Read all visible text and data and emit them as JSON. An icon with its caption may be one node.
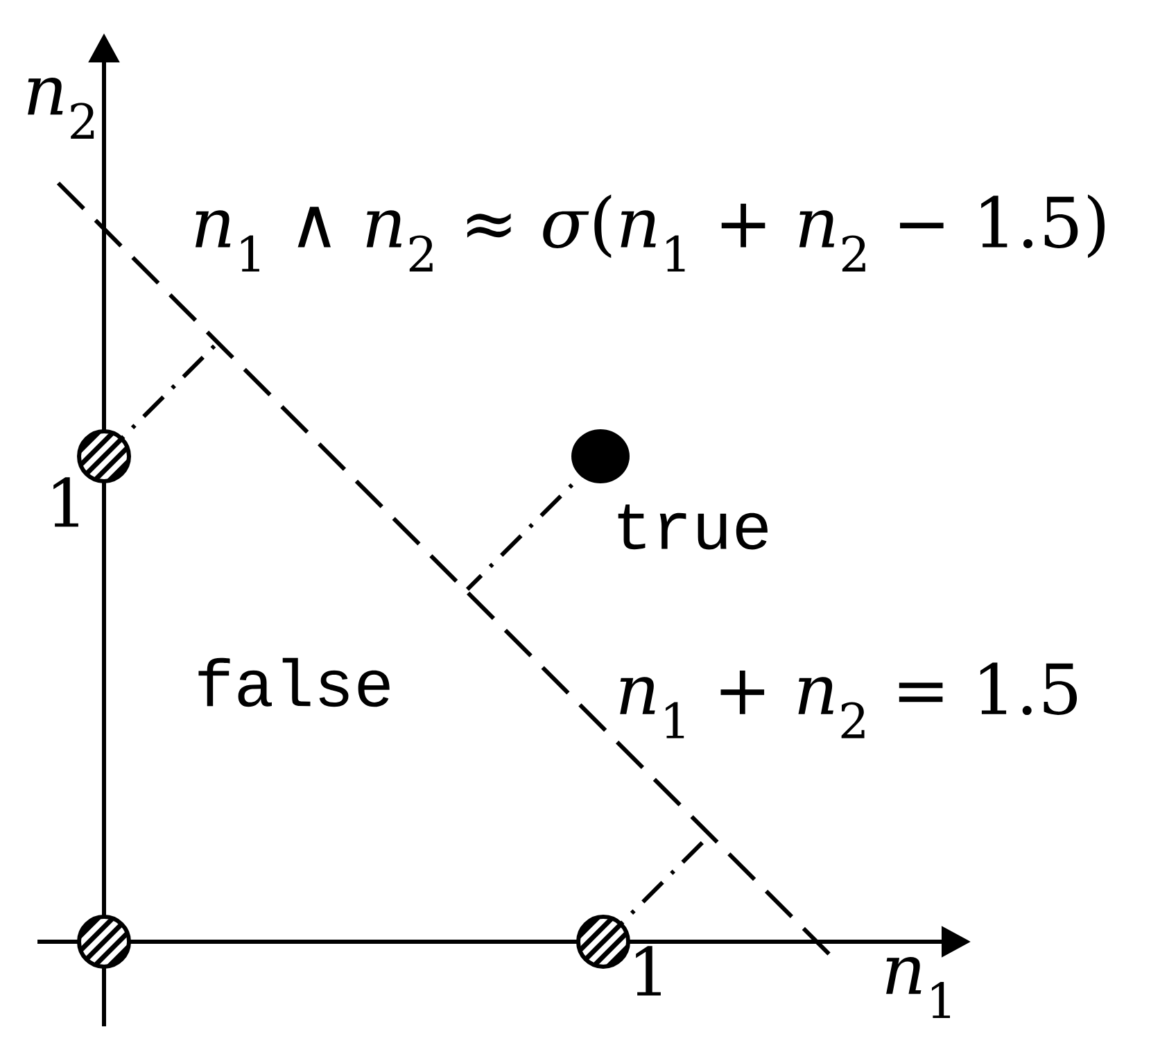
{
  "diagram": {
    "labels": [
      "*n*$_{2}$",
      "*n*$_{1}$ ∧ *n*$_{2}$ ≈ *σ*(*n*$_{1}$ + *n*$_{2}$ − 1.5)",
      "1",
      "true",
      "false",
      "*n*$_{1}$ + *n*$_{2}$ = 1.5",
      "1",
      "*n*$_{1}$"
    ]
  }
}
